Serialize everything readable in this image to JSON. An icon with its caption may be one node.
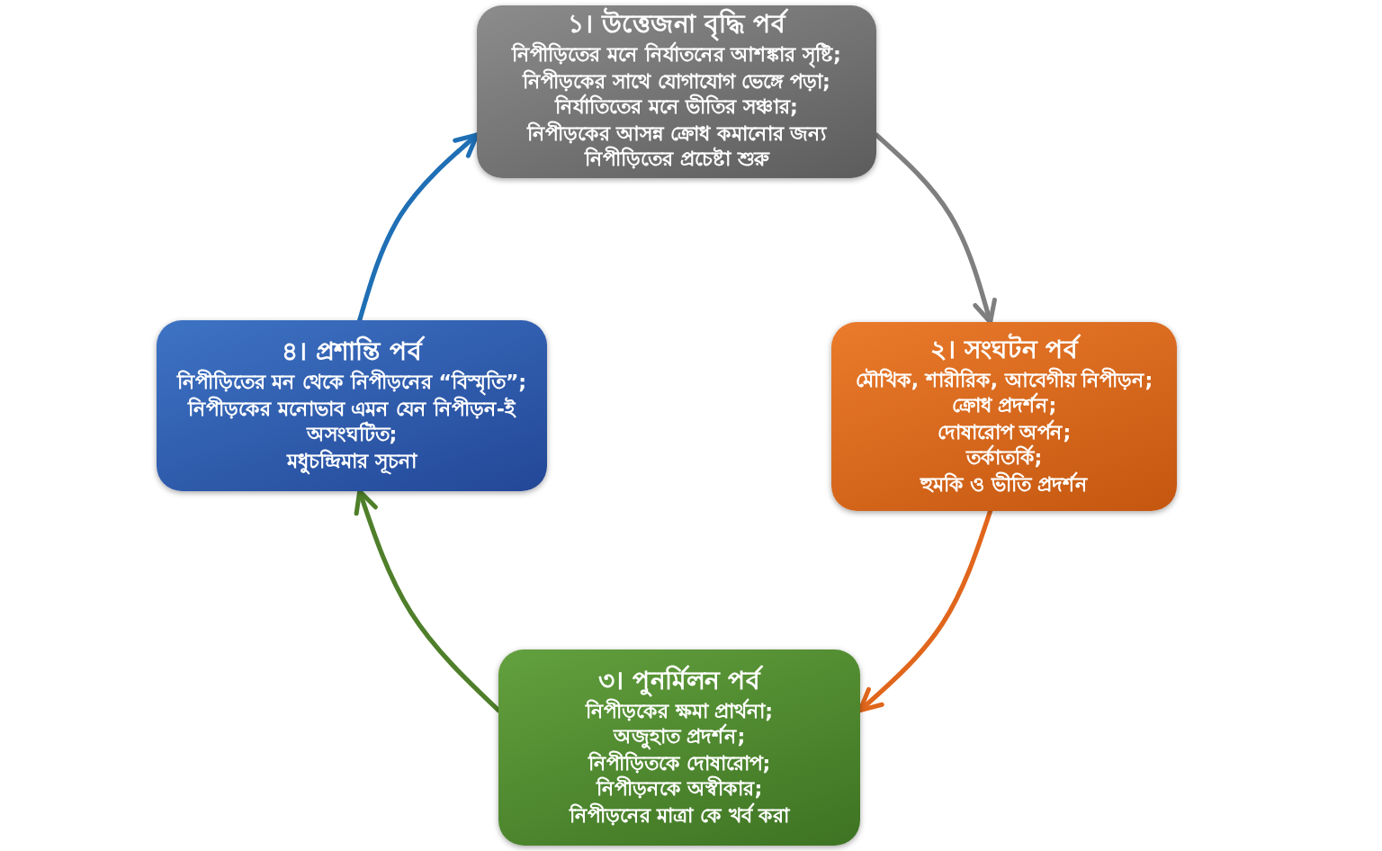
{
  "diagram": {
    "nodes": [
      {
        "text": [
          "১। উত্তেজনা বৃদ্ধি পর্ব",
          "নিপীড়িতের মনে নির্যাতনের আশঙ্কার সৃষ্টি;",
          "নিপীড়কের সাথে যোগাযোগ ভেঙ্গে পড়া;",
          "নির্যাতিতের মনে ভীতির সঞ্চার;",
          "নিপীড়কের আসন্ন ক্রোধ কমানোর জন্য নিপীড়িতের প্রচেষ্টা শুরু"
        ]
      },
      {
        "text": [
          "২। সংঘটন পর্ব",
          "মৌখিক, শারীরিক, আবেগীয় নিপীড়ন;",
          "ক্রোধ প্রদর্শন;",
          "দোষারোপ অর্পন;",
          "তর্কাতর্কি;",
          "হুমকি ও ভীতি প্রদর্শন"
        ]
      },
      {
        "text": [
          "৩। পুনর্মিলন পর্ব",
          "নিপীড়কের ক্ষমা প্রার্থনা;",
          "অজুহাত প্রদর্শন;",
          "নিপীড়িতকে দোষারোপ;",
          "নিপীড়নকে অস্বীকার;",
          "নিপীড়নের মাত্রা কে খর্ব করা"
        ]
      },
      {
        "text": [
          "৪। প্রশান্তি পর্ব",
          "নিপীড়িতের মন থেকে নিপীড়নের “বিস্মৃতি”;",
          "নিপীড়কের মনোভাব এমন যেন নিপীড়ন-ই অসংঘটিত;",
          "মধুচন্দ্রিমার সূচনা"
        ]
      }
    ],
    "edges": [
      {
        "from": 0,
        "to": 1,
        "arrow": "to",
        "color": "#7f7f7f"
      },
      {
        "from": 1,
        "to": 2,
        "arrow": "to",
        "color": "#e0661c"
      },
      {
        "from": 2,
        "to": 3,
        "arrow": "to",
        "color": "#4f7f2a"
      },
      {
        "from": 3,
        "to": 0,
        "arrow": "to",
        "color": "#1f6fb5"
      }
    ]
  }
}
